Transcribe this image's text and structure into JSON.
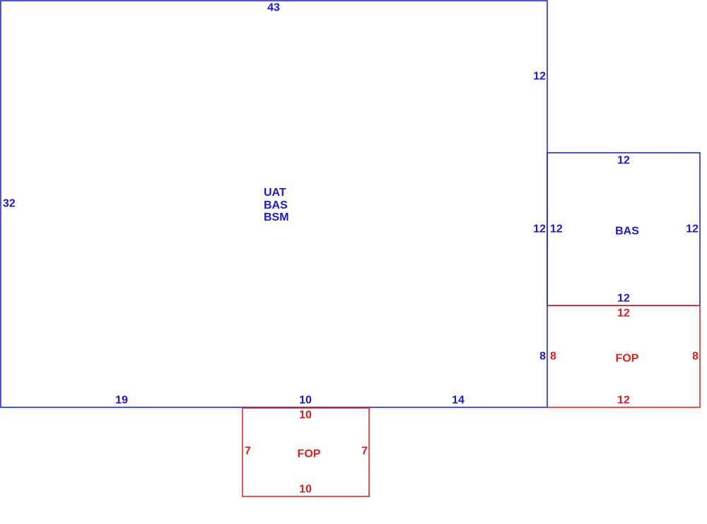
{
  "colors": {
    "main": "#1a1acc",
    "accent": "#d42020",
    "background": "#ffffff"
  },
  "main_area": {
    "labels": [
      "UAT",
      "BAS",
      "BSM"
    ],
    "dim_top": "43",
    "dim_left": "32",
    "dim_right_upper": "12",
    "dim_right_middle": "12",
    "dim_right_lower": "8",
    "dim_bottom_left": "19",
    "dim_bottom_middle": "10",
    "dim_bottom_right": "14"
  },
  "bas_room": {
    "label": "BAS",
    "dim_top": "12",
    "dim_left": "12",
    "dim_right": "12",
    "dim_bottom": "12"
  },
  "fop_right": {
    "label": "FOP",
    "dim_top": "12",
    "dim_left": "8",
    "dim_right": "8",
    "dim_bottom": "12"
  },
  "fop_bottom": {
    "label": "FOP",
    "dim_top": "10",
    "dim_left": "7",
    "dim_right": "7",
    "dim_bottom": "10"
  }
}
